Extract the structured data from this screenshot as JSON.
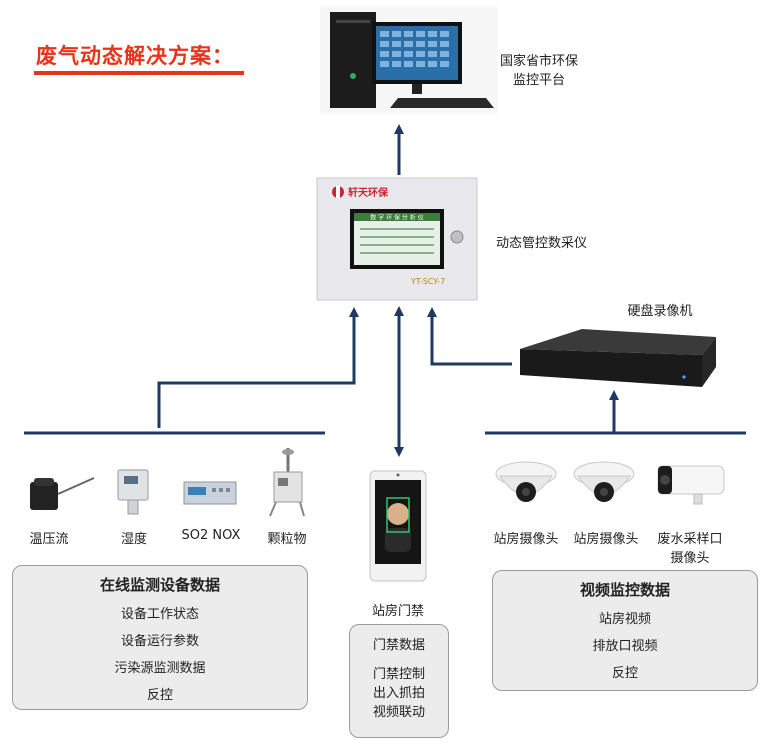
{
  "title": "废气动态解决方案：",
  "colors": {
    "accent": "#e8331c",
    "line": "#1f3864",
    "panel_bg": "#ececec"
  },
  "platform": {
    "label_line1": "国家省市环保",
    "label_line2": "监控平台"
  },
  "collector": {
    "label": "动态管控数采仪",
    "brand": "轩天环保",
    "model": "YT-SCY-7",
    "screen_title": "数 字 环 保 分 析 仪"
  },
  "recorder": {
    "label": "硬盘录像机"
  },
  "sensors": [
    {
      "label": "温压流",
      "icon": "temp-pressure-flow-sensor-icon"
    },
    {
      "label": "湿度",
      "icon": "humidity-sensor-icon"
    },
    {
      "label": "SO2 NOX",
      "icon": "gas-analyzer-icon"
    },
    {
      "label": "颗粒物",
      "icon": "particulate-monitor-icon"
    }
  ],
  "door": {
    "label": "站房门禁"
  },
  "cameras": [
    {
      "label": "站房摄像头",
      "icon": "dome-camera-icon"
    },
    {
      "label": "站房摄像头",
      "icon": "dome-camera-icon"
    },
    {
      "label_line1": "废水采样口",
      "label_line2": "摄像头",
      "icon": "bullet-camera-icon"
    }
  ],
  "online_panel": {
    "title": "在线监测设备数据",
    "items": [
      "设备工作状态",
      "设备运行参数",
      "污染源监测数据",
      "反控"
    ]
  },
  "door_panel": {
    "items": [
      "门禁数据",
      "门禁控制",
      "出入抓拍",
      "视频联动"
    ]
  },
  "video_panel": {
    "title": "视频监控数据",
    "items": [
      "站房视频",
      "排放口视频",
      "反控"
    ]
  }
}
